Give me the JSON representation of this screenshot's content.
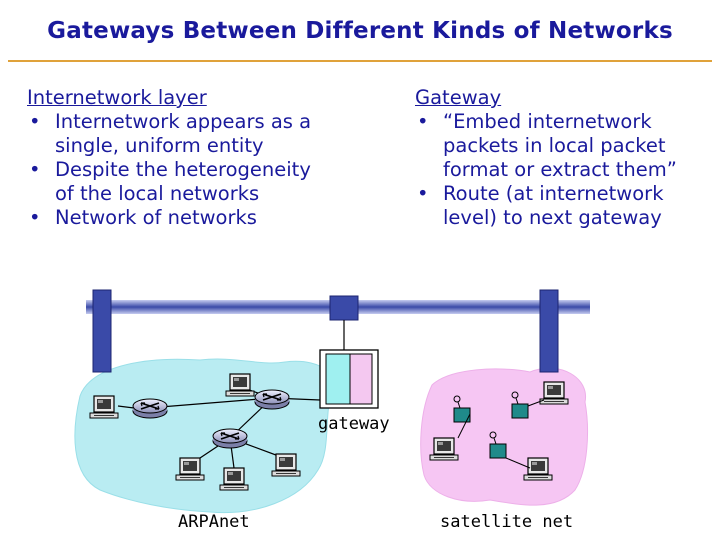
{
  "title": "Gateways Between Different Kinds of Networks",
  "left": {
    "heading": "Internetwork layer",
    "bullets": [
      [
        "Internetwork appears as a",
        "single, uniform entity"
      ],
      [
        "Despite the heterogeneity",
        "of the local networks"
      ],
      [
        "Network of networks"
      ]
    ]
  },
  "right": {
    "heading": "Gateway",
    "bullets": [
      [
        "“Embed internetwork",
        "packets in local packet",
        "format or extract them”"
      ],
      [
        "Route (at internetwork",
        "level) to next gateway"
      ]
    ]
  },
  "diagram": {
    "gateway_label": "gateway",
    "arpanet_label": "ARPAnet",
    "satellite_label": "satellite net"
  },
  "colors": {
    "text": "#1a1a9c",
    "rule": "#e0a23a",
    "backbone": "#3a4aa8",
    "arpanet_cloud": "#b9ecf2",
    "satellite_cloud": "#f6c6f3",
    "gateway_left": "#9ff0f0",
    "gateway_right": "#f4c8f0"
  }
}
